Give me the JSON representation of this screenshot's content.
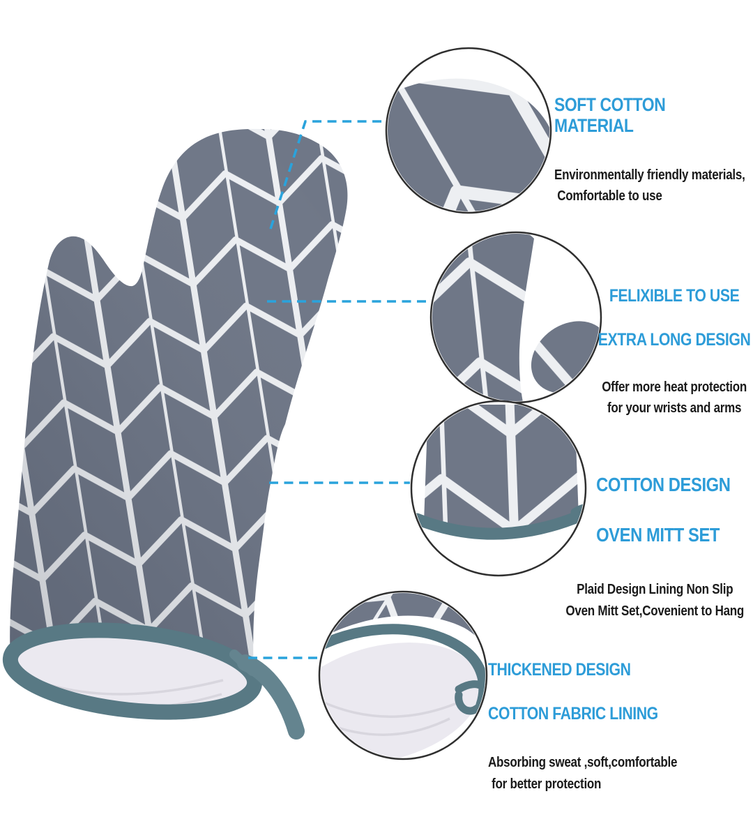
{
  "colors": {
    "accent_blue": "#2d9cd8",
    "body_text": "#1a1a1a",
    "leader_line": "#2aa3dc",
    "fabric_gray": "#6f7787",
    "fabric_line_white": "#edeff2",
    "trim_teal": "#587984",
    "loop_teal": "#64848f",
    "lining_white": "#ebe9f0",
    "circle_outline": "#2f2f2f",
    "background": "#ffffff"
  },
  "callouts": [
    {
      "id": "soft-cotton-material",
      "heading_lines": [
        "SOFT COTTON  MATERIAL"
      ],
      "body_lines": [
        "Environmentally friendly materials,",
        "Comfortable to use"
      ]
    },
    {
      "id": "flexible-extra-long",
      "heading_lines": [
        "FELIXIBLE TO USE",
        "EXTRA LONG DESIGN"
      ],
      "body_lines": [
        "Offer more heat protection",
        "for your wrists and arms"
      ]
    },
    {
      "id": "cotton-design-set",
      "heading_lines": [
        "COTTON DESIGN",
        "OVEN MITT SET"
      ],
      "body_lines": [
        "Plaid Design Lining Non Slip",
        "Oven Mitt Set,Covenient to Hang"
      ]
    },
    {
      "id": "thickened-lining",
      "heading_lines": [
        "THICKENED DESIGN",
        "COTTON FABRIC LINING"
      ],
      "body_lines": [
        "Absorbing sweat ,soft,comfortable",
        "for better protection"
      ]
    }
  ]
}
